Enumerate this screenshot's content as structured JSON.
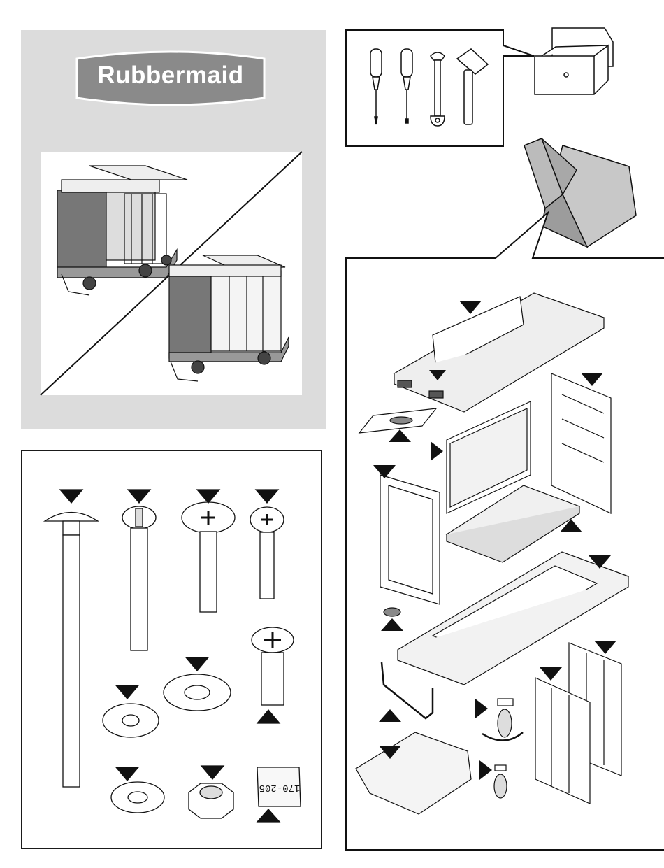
{
  "brand": {
    "logo_text": "Rubbermaid"
  },
  "colors": {
    "panel": "#dcdcdc",
    "badge": "#8a8a8a",
    "ink": "#111111",
    "carton": "#bdbdbd"
  },
  "products": [
    {
      "name": "open-shelf-cart"
    },
    {
      "name": "enclosed-cabinet-cart"
    }
  ],
  "tools": [
    "phillips-screwdriver-icon",
    "flat-screwdriver-icon",
    "wrench-icon",
    "rubber-mallet-icon"
  ],
  "hardware": {
    "bag_label": "170-205",
    "items": [
      "carriage-bolt",
      "slotted-screw",
      "phillips-screw-large",
      "phillips-screw-small",
      "flat-washer-large",
      "flat-washer-small",
      "shoulder-bolt",
      "lock-washer",
      "hex-lock-nut",
      "hardware-bag"
    ]
  },
  "parts": [
    "top-tray",
    "tray-insert",
    "side-panel-right",
    "shelf-frame",
    "side-panel-left",
    "shelf",
    "base",
    "wheel-cap",
    "bag-hanger",
    "caster-swivel",
    "caster-fixed",
    "door-right",
    "door-left",
    "basket"
  ]
}
